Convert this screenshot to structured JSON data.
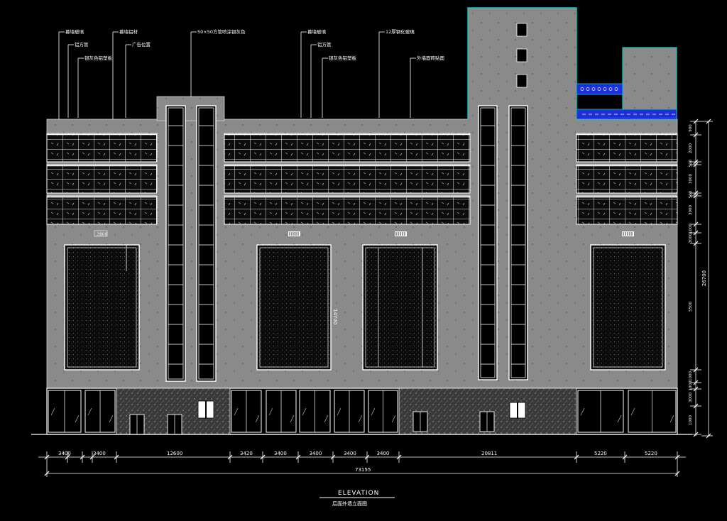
{
  "drawing": {
    "title": "ELEVATION",
    "subtitle": "后面外墙立面图"
  },
  "callouts": [
    {
      "label": "幕墙玻璃"
    },
    {
      "label": "铝方管"
    },
    {
      "label": "银灰色铝塑板"
    },
    {
      "label": "幕墙铝材"
    },
    {
      "label": "广告位置"
    },
    {
      "label": "50×50方管喷涂银灰色"
    },
    {
      "label": "幕墙玻璃"
    },
    {
      "label": "铝方管"
    },
    {
      "label": "银灰色铝塑板"
    },
    {
      "label": "12厚钢化玻璃"
    },
    {
      "label": "外墙面砖贴面"
    }
  ],
  "annotations": {
    "span_note": "14700",
    "left_note": "2800"
  },
  "bottom_dims": {
    "segments": [
      "3400",
      "3400",
      "12600",
      "3420",
      "3400",
      "3400",
      "3400",
      "3400",
      "20811",
      "5220",
      "5220"
    ],
    "total": "73155"
  },
  "side_dims": {
    "segments": [
      "900",
      "2000",
      "500",
      "3000",
      "500",
      "3000",
      "1000",
      "3000",
      "5500",
      "1000",
      "1000",
      "3000",
      "1000"
    ],
    "total": "26700"
  },
  "colors": {
    "background": "#000000",
    "wall": "#8a8a8a",
    "lines": "#ffffff",
    "accent_cyan": "#16c8c8",
    "accent_blue": "#1e2fd8"
  }
}
